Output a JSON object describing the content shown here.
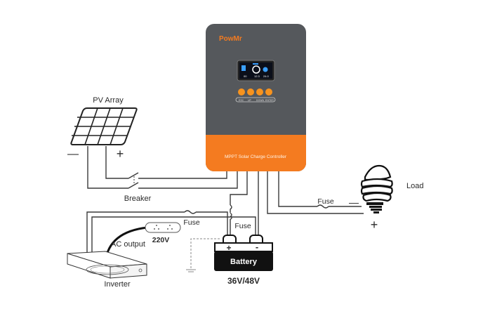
{
  "controller": {
    "brand": "PowMr",
    "label": "MPPT Solar Charge Controller",
    "button_labels": [
      "ESC",
      "UP",
      "DOWN",
      "ENTER"
    ],
    "colors": {
      "body": "#55585c",
      "accent": "#f47b20",
      "screen": "#0b0f1a"
    }
  },
  "components": {
    "pv_array": {
      "label": "PV Array",
      "minus": "—",
      "plus": "+"
    },
    "breaker": {
      "label": "Breaker"
    },
    "load": {
      "label": "Load",
      "minus": "—",
      "plus": "+"
    },
    "load_fuse": {
      "label": "Fuse"
    },
    "battery": {
      "label": "Battery",
      "plus": "+",
      "minus": "-",
      "voltage": "36V/48V"
    },
    "battery_fuse": {
      "label": "Fuse"
    },
    "inverter_fuse": {
      "label": "Fuse"
    },
    "inverter": {
      "label": "Inverter"
    },
    "ac_output": {
      "label": "AC output",
      "voltage": "220V"
    }
  }
}
